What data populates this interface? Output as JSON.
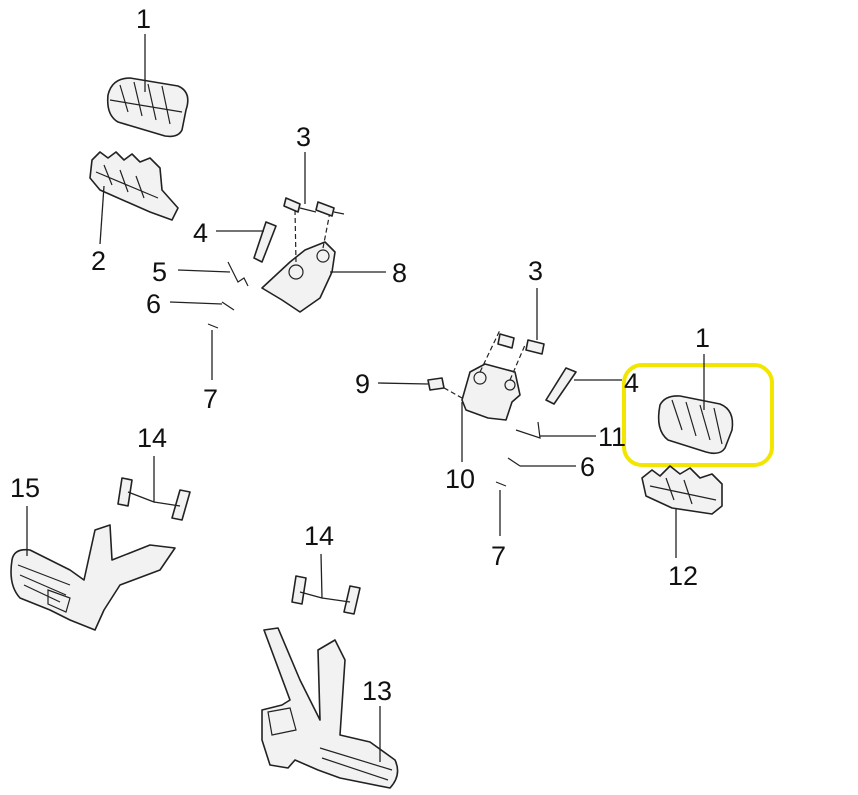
{
  "diagram": {
    "callouts": {
      "a1": "1",
      "a2": "2",
      "a3": "3",
      "a4": "4",
      "a5": "5",
      "a6": "6",
      "a7": "7",
      "a8": "8",
      "b3": "3",
      "b9": "9",
      "b4": "4",
      "b11": "11",
      "b10": "10",
      "b6": "6",
      "b7": "7",
      "b1": "1",
      "b12": "12",
      "c14": "14",
      "c15": "15",
      "d14": "14",
      "d13": "13"
    },
    "highlight_color": "#f2e600"
  }
}
